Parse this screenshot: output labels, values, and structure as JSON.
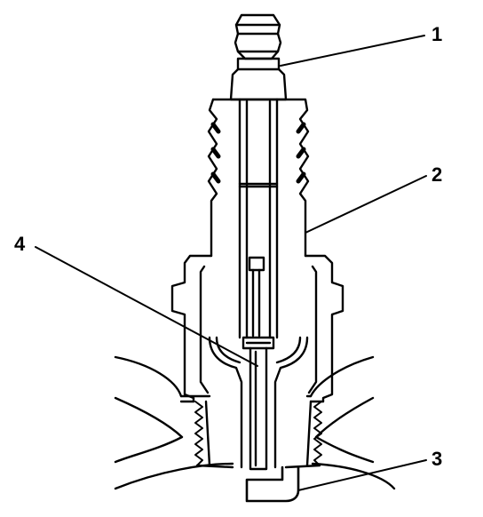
{
  "colors": {
    "ink": "#000000",
    "paper": "#ffffff"
  },
  "callouts": [
    {
      "label": "1"
    },
    {
      "label": "2"
    },
    {
      "label": "3"
    },
    {
      "label": "4"
    }
  ]
}
